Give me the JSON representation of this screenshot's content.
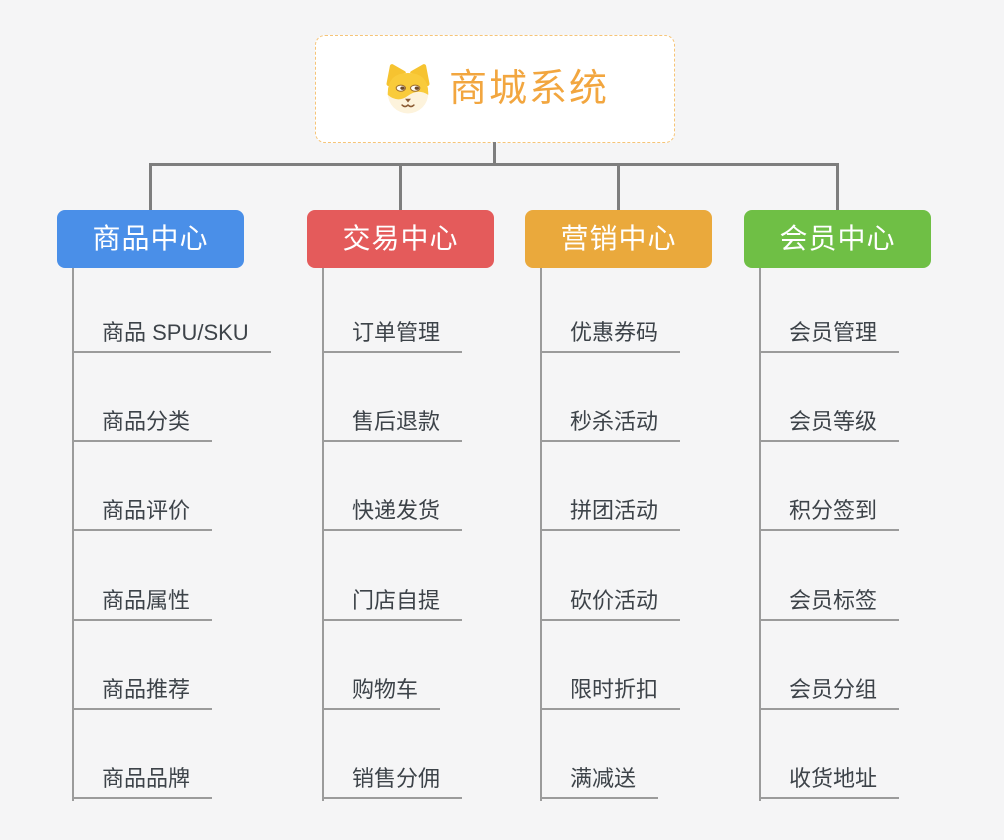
{
  "root": {
    "title": "商城系统",
    "icon": "dog-face-icon"
  },
  "branches": [
    {
      "label": "商品中心",
      "color": "#4a8fe8",
      "items": [
        "商品 SPU/SKU",
        "商品分类",
        "商品评价",
        "商品属性",
        "商品推荐",
        "商品品牌"
      ]
    },
    {
      "label": "交易中心",
      "color": "#e45b5b",
      "items": [
        "订单管理",
        "售后退款",
        "快递发货",
        "门店自提",
        "购物车",
        "销售分佣"
      ]
    },
    {
      "label": "营销中心",
      "color": "#eaa93c",
      "items": [
        "优惠券码",
        "秒杀活动",
        "拼团活动",
        "砍价活动",
        "限时折扣",
        "满减送"
      ]
    },
    {
      "label": "会员中心",
      "color": "#6fbf45",
      "items": [
        "会员管理",
        "会员等级",
        "积分签到",
        "会员标签",
        "会员分组",
        "收货地址"
      ]
    }
  ],
  "colors": {
    "background": "#f5f5f6",
    "root_text": "#f2a63f",
    "root_border": "#f6c477",
    "connector": "#7e7e7e",
    "child_underline": "#9b9b9b",
    "child_text": "#3d4349"
  }
}
